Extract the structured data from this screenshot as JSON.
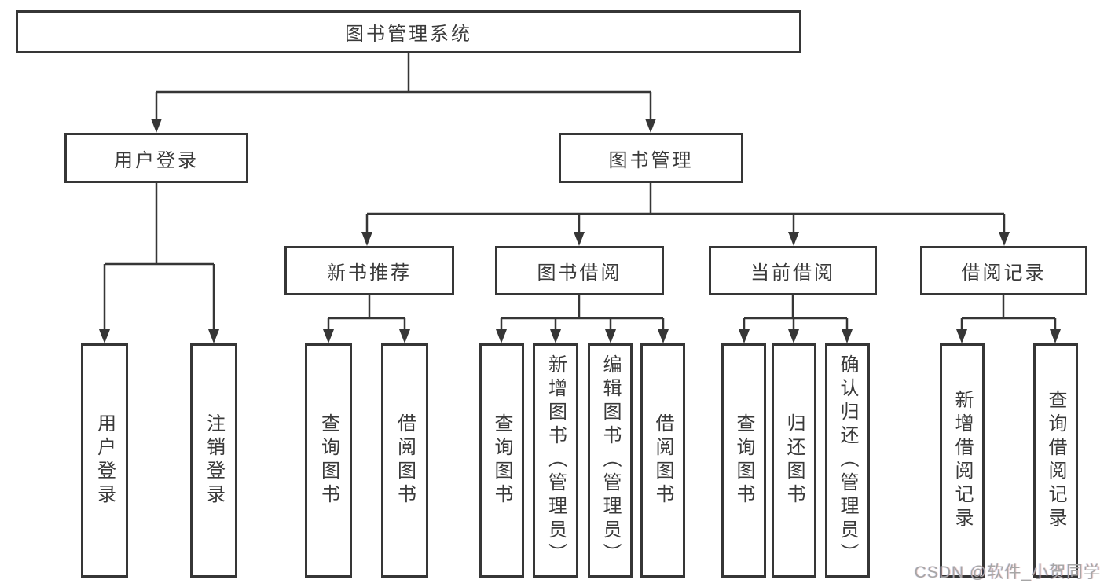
{
  "colors": {
    "line": "#363636",
    "box_border": "#363636",
    "text": "#3a3a3a",
    "background": "#ffffff",
    "watermark": "#a6a6a6"
  },
  "diagram": {
    "root": {
      "label": "图书管理系统"
    },
    "branches": [
      {
        "label": "用户登录",
        "children": [
          {
            "label": "用户登录"
          },
          {
            "label": "注销登录"
          }
        ]
      },
      {
        "label": "图书管理",
        "children": [
          {
            "label": "新书推荐",
            "children": [
              {
                "label": "查询图书"
              },
              {
                "label": "借阅图书"
              }
            ]
          },
          {
            "label": "图书借阅",
            "children": [
              {
                "label": "查询图书"
              },
              {
                "label": "新增图书（管理员）"
              },
              {
                "label": "编辑图书（管理员）"
              },
              {
                "label": "借阅图书"
              }
            ]
          },
          {
            "label": "当前借阅",
            "children": [
              {
                "label": "查询图书"
              },
              {
                "label": "归还图书"
              },
              {
                "label": "确认归还（管理员）"
              }
            ]
          },
          {
            "label": "借阅记录",
            "children": [
              {
                "label": "新增借阅记录"
              },
              {
                "label": "查询借阅记录"
              }
            ]
          }
        ]
      }
    ]
  },
  "watermark": {
    "text": "CSDN @软件_小贺同学"
  }
}
